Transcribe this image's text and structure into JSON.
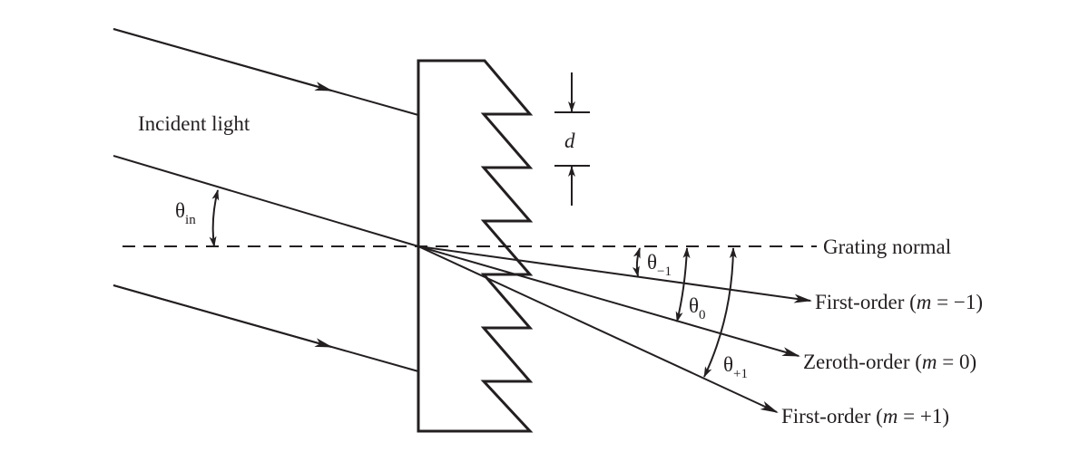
{
  "labels": {
    "incident": "Incident light",
    "theta": "θ",
    "theta_in_sub": "in",
    "theta_m1_sub": "−1",
    "theta_0_sub": "0",
    "theta_p1_sub": "+1",
    "spacing": "d",
    "normal": "Grating normal",
    "order_m1_prefix": "First-order (",
    "order_m1_m": "m",
    "order_m1_suffix": " = −1)",
    "order_0_prefix": "Zeroth-order (",
    "order_0_m": "m",
    "order_0_suffix": " = 0)",
    "order_p1_prefix": "First-order (",
    "order_p1_m": "m",
    "order_p1_suffix": " = +1)"
  },
  "colors": {
    "ink": "#231f20"
  }
}
